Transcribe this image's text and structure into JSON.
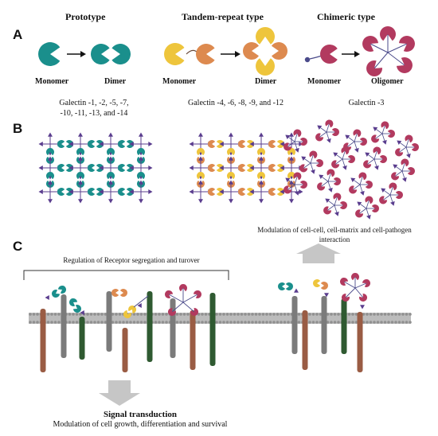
{
  "panels": {
    "a": "A",
    "b": "B",
    "c": "C"
  },
  "types": {
    "prototype": {
      "title": "Prototype",
      "left": "Monomer",
      "right": "Dimer",
      "members_line1": "Galectin -1, -2, -5, -7,",
      "members_line2": "-10, -11, -13, and -14"
    },
    "tandem": {
      "title": "Tandem-repeat type",
      "left": "Monomer",
      "right": "Dimer",
      "members": "Galectin -4, -6, -8, -9, and -12"
    },
    "chimeric": {
      "title": "Chimeric type",
      "left": "Monomer",
      "right": "Oligomer",
      "members": "Galectin -3"
    }
  },
  "panel_c": {
    "receptor_label": "Regulation of Receptor segregation and turover",
    "interaction_line1": "Modulation of cell-cell, cell-matrix and cell-pathogen",
    "interaction_line2": "interaction",
    "signal_title": "Signal transduction",
    "signal_sub": "Modulation of cell growth, differentiation and survival"
  },
  "colors": {
    "teal": "#1a8f8c",
    "orange": "#dd8a4f",
    "yellow": "#eec53c",
    "crimson": "#b23a5f",
    "ligand": "#5a3d8e",
    "rod_brown": "#9a5c44",
    "rod_gray": "#7b7b7b",
    "rod_green": "#2f5a31",
    "membrane": "#bcbcbc",
    "arrow_gray": "#c6c6c6"
  }
}
